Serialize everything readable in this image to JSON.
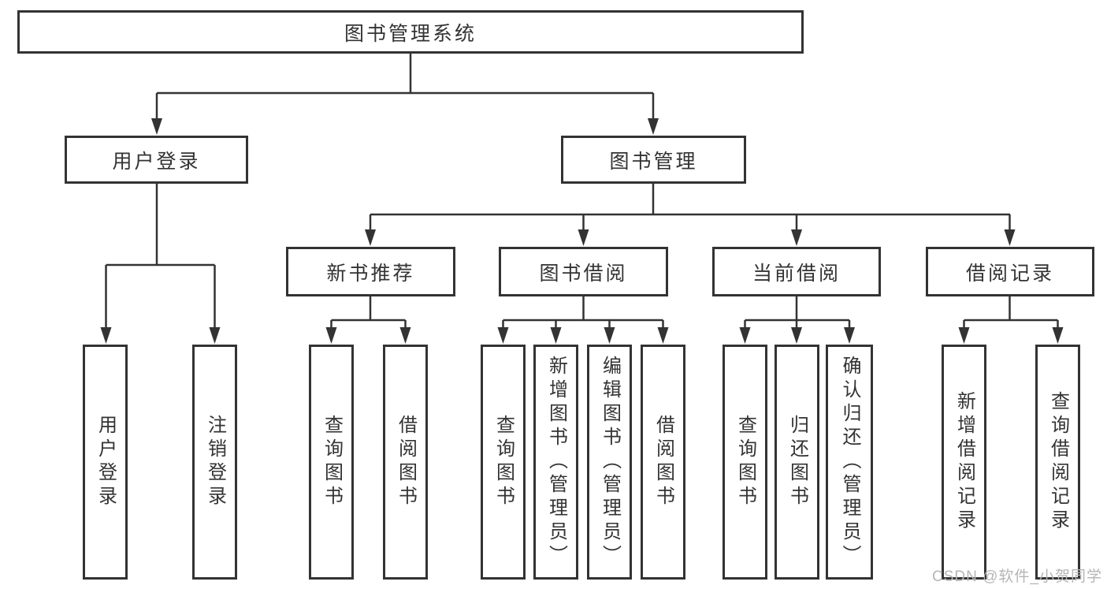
{
  "diagram": {
    "root": {
      "label": "图书管理系统"
    },
    "branches": [
      {
        "label": "用户登录"
      },
      {
        "label": "图书管理"
      }
    ],
    "modules": [
      {
        "label": "新书推荐"
      },
      {
        "label": "图书借阅"
      },
      {
        "label": "当前借阅"
      },
      {
        "label": "借阅记录"
      }
    ],
    "leaves": [
      {
        "label": "用户登录"
      },
      {
        "label": "注销登录"
      },
      {
        "label": "查询图书"
      },
      {
        "label": "借阅图书"
      },
      {
        "label": "查询图书"
      },
      {
        "label": "新增图书（管理员）"
      },
      {
        "label": "编辑图书（管理员）"
      },
      {
        "label": "借阅图书"
      },
      {
        "label": "查询图书"
      },
      {
        "label": "归还图书"
      },
      {
        "label": "确认归还（管理员）"
      },
      {
        "label": "新增借阅记录"
      },
      {
        "label": "查询借阅记录"
      }
    ]
  },
  "colors": {
    "line": "#333333",
    "border": "#333333",
    "text": "#333333",
    "watermark": "#b5b5b5",
    "background": "#ffffff"
  },
  "watermark": {
    "text": "CSDN @软件_小贺同学"
  }
}
